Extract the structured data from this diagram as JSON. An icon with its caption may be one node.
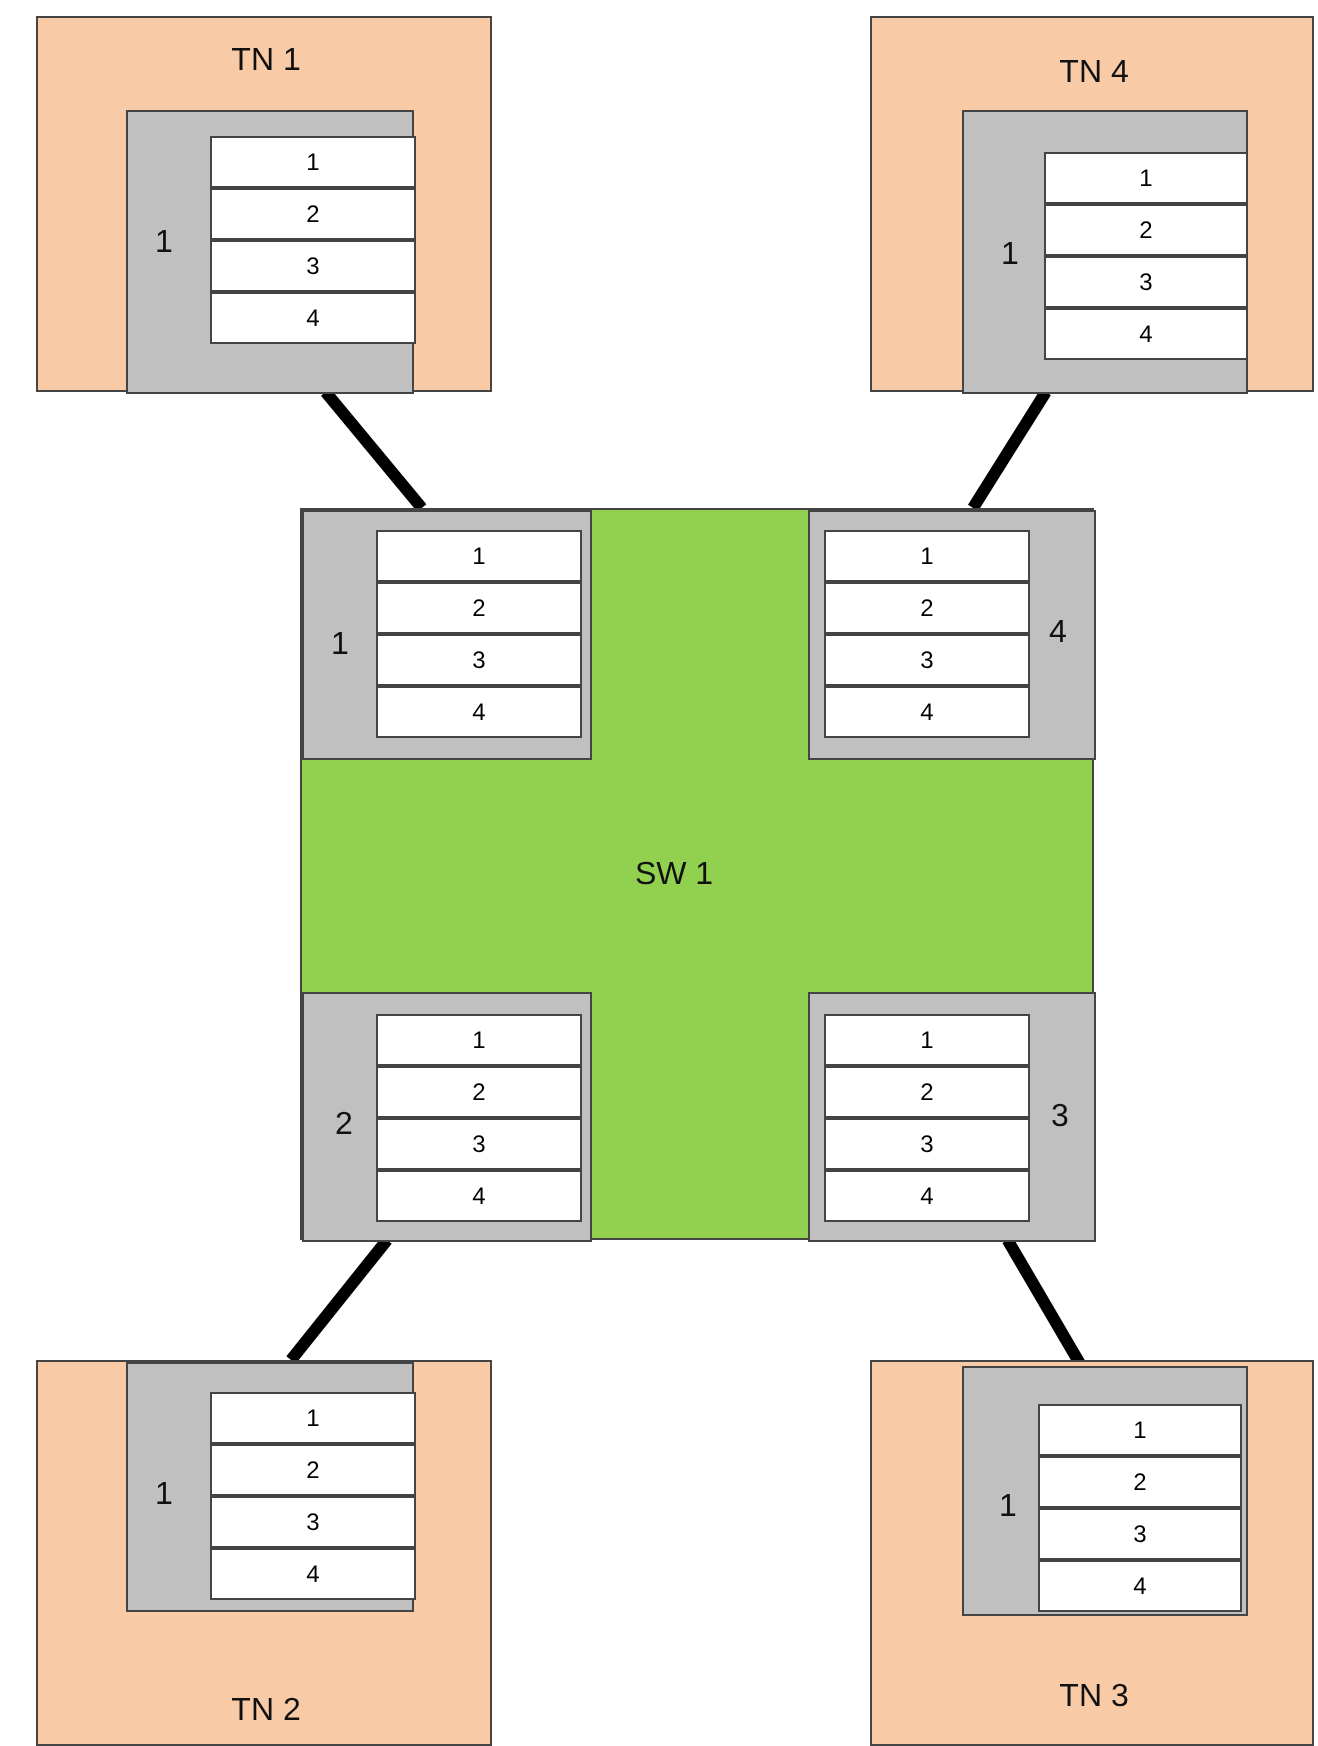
{
  "diagram": {
    "nodes": [
      {
        "text": [
          "TN 1"
        ]
      },
      {
        "text": [
          "1"
        ],
        "in": 0
      },
      {
        "text": [
          "1"
        ],
        "in": 1
      },
      {
        "text": [
          "2"
        ],
        "in": 1
      },
      {
        "text": [
          "3"
        ],
        "in": 1
      },
      {
        "text": [
          "4"
        ],
        "in": 1
      },
      {
        "text": [
          "TN 4"
        ]
      },
      {
        "text": [
          "1"
        ],
        "in": 6
      },
      {
        "text": [
          "1"
        ],
        "in": 7
      },
      {
        "text": [
          "2"
        ],
        "in": 7
      },
      {
        "text": [
          "3"
        ],
        "in": 7
      },
      {
        "text": [
          "4"
        ],
        "in": 7
      },
      {
        "text": [
          "SW 1"
        ]
      },
      {
        "text": [
          "1"
        ],
        "in": 12
      },
      {
        "text": [
          "1"
        ],
        "in": 13
      },
      {
        "text": [
          "2"
        ],
        "in": 13
      },
      {
        "text": [
          "3"
        ],
        "in": 13
      },
      {
        "text": [
          "4"
        ],
        "in": 13
      },
      {
        "text": [
          "4"
        ],
        "in": 12
      },
      {
        "text": [
          "1"
        ],
        "in": 18
      },
      {
        "text": [
          "2"
        ],
        "in": 18
      },
      {
        "text": [
          "3"
        ],
        "in": 18
      },
      {
        "text": [
          "4"
        ],
        "in": 18
      },
      {
        "text": [
          "2"
        ],
        "in": 12
      },
      {
        "text": [
          "1"
        ],
        "in": 23
      },
      {
        "text": [
          "2"
        ],
        "in": 23
      },
      {
        "text": [
          "3"
        ],
        "in": 23
      },
      {
        "text": [
          "4"
        ],
        "in": 23
      },
      {
        "text": [
          "3"
        ],
        "in": 12
      },
      {
        "text": [
          "1"
        ],
        "in": 28
      },
      {
        "text": [
          "2"
        ],
        "in": 28
      },
      {
        "text": [
          "3"
        ],
        "in": 28
      },
      {
        "text": [
          "4"
        ],
        "in": 28
      },
      {
        "text": [
          "TN 2"
        ]
      },
      {
        "text": [
          "1"
        ],
        "in": 33
      },
      {
        "text": [
          "1"
        ],
        "in": 34
      },
      {
        "text": [
          "2"
        ],
        "in": 34
      },
      {
        "text": [
          "3"
        ],
        "in": 34
      },
      {
        "text": [
          "4"
        ],
        "in": 34
      },
      {
        "text": [
          "TN 3"
        ]
      },
      {
        "text": [
          "1"
        ],
        "in": 39
      },
      {
        "text": [
          "1"
        ],
        "in": 40
      },
      {
        "text": [
          "2"
        ],
        "in": 40
      },
      {
        "text": [
          "3"
        ],
        "in": 40
      },
      {
        "text": [
          "4"
        ],
        "in": 40
      }
    ],
    "edges": [
      {
        "from": 1,
        "to": 13,
        "arrow": "none"
      },
      {
        "from": 7,
        "to": 18,
        "arrow": "none"
      },
      {
        "from": 23,
        "to": 34,
        "arrow": "none"
      },
      {
        "from": 28,
        "to": 40,
        "arrow": "none"
      }
    ]
  }
}
